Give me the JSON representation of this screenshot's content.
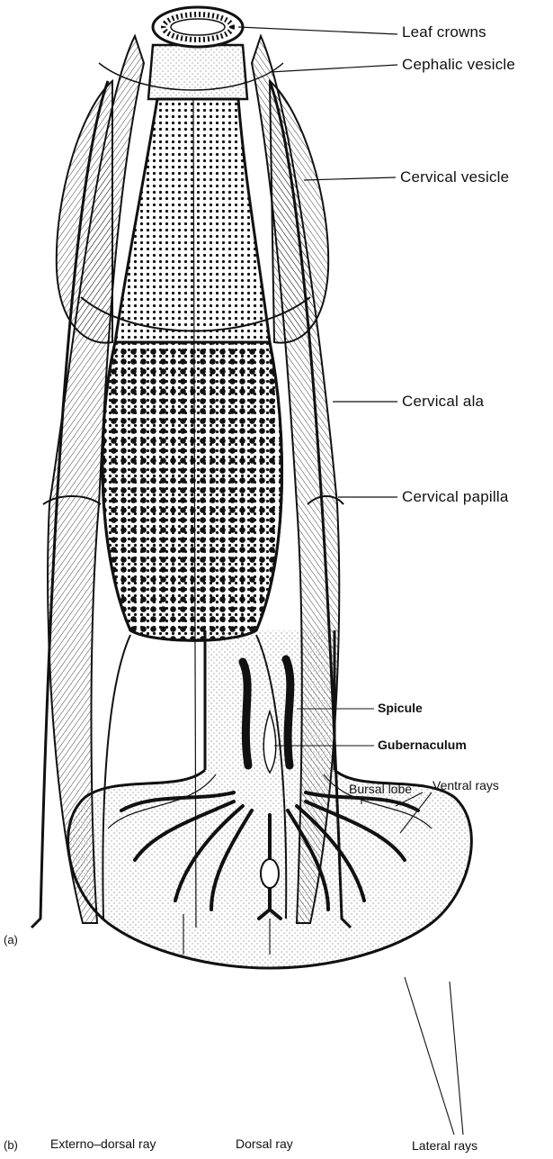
{
  "panel_a": {
    "letter": "(a)",
    "labels": {
      "leaf_crowns": "Leaf crowns",
      "cephalic_vesicle": "Cephalic vesicle",
      "cervical_vesicle": "Cervical vesicle",
      "cervical_ala": "Cervical ala",
      "cervical_papilla": "Cervical papilla"
    }
  },
  "panel_b": {
    "letter": "(b)",
    "labels": {
      "spicule": "Spicule",
      "gubernaculum": "Gubernaculum",
      "bursal_lobe": "Bursal lobe",
      "ventral_rays": "Ventral rays",
      "externo_dorsal_ray": "Externo–dorsal ray",
      "dorsal_ray": "Dorsal ray",
      "lateral_rays": "Lateral rays"
    }
  },
  "colors": {
    "ink": "#111111",
    "paper": "#ffffff"
  }
}
